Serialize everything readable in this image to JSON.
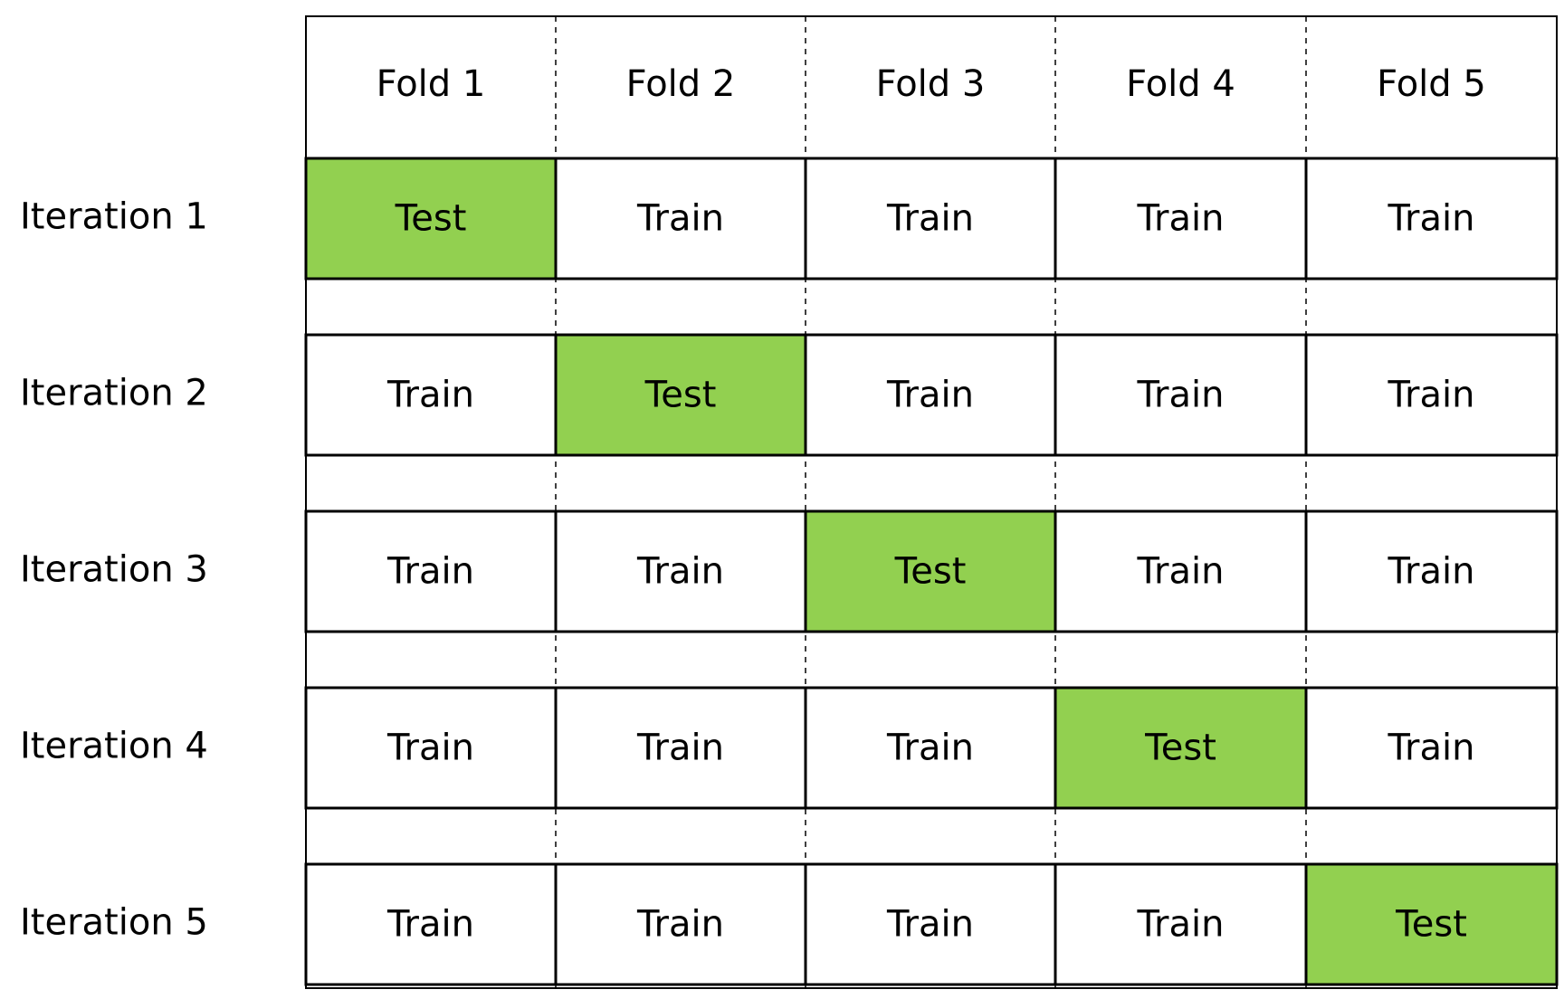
{
  "diagram": {
    "folds": [
      "Fold 1",
      "Fold 2",
      "Fold 3",
      "Fold 4",
      "Fold 5"
    ],
    "iterations": [
      {
        "label": "Iteration 1",
        "cells": [
          "Test",
          "Train",
          "Train",
          "Train",
          "Train"
        ]
      },
      {
        "label": "Iteration 2",
        "cells": [
          "Train",
          "Test",
          "Train",
          "Train",
          "Train"
        ]
      },
      {
        "label": "Iteration 3",
        "cells": [
          "Train",
          "Train",
          "Test",
          "Train",
          "Train"
        ]
      },
      {
        "label": "Iteration 4",
        "cells": [
          "Train",
          "Train",
          "Train",
          "Test",
          "Train"
        ]
      },
      {
        "label": "Iteration 5",
        "cells": [
          "Train",
          "Train",
          "Train",
          "Train",
          "Test"
        ]
      }
    ],
    "colors": {
      "test_fill": "#92d050",
      "train_fill": "#ffffff",
      "border": "#000000",
      "divider": "#000000"
    }
  }
}
